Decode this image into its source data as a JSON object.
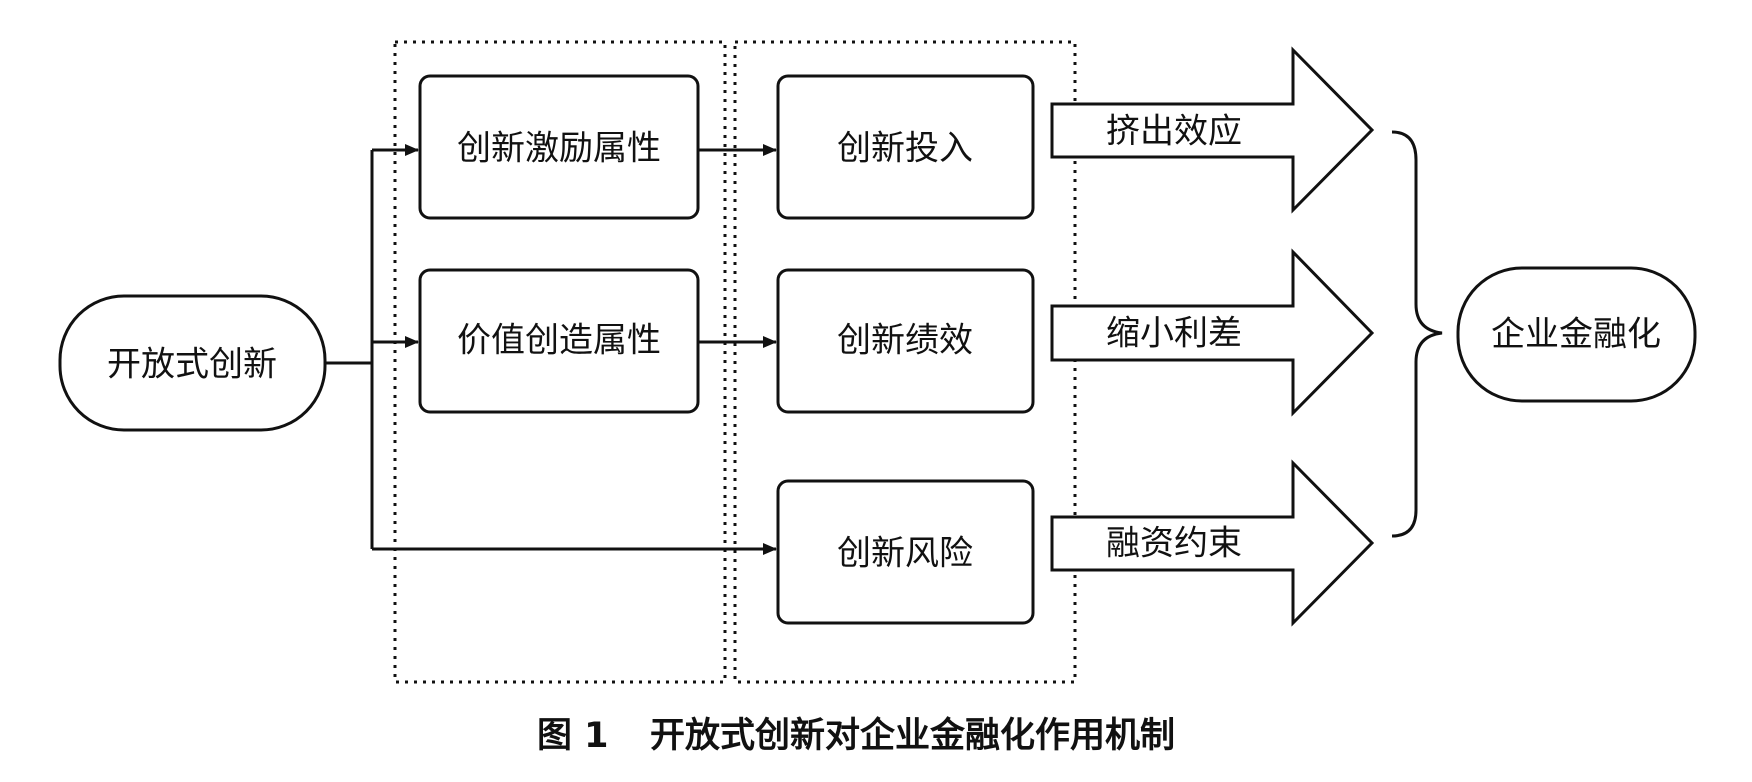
{
  "diagram": {
    "source": {
      "label": "开放式创新"
    },
    "attributes": [
      {
        "label": "创新激励属性"
      },
      {
        "label": "价值创造属性"
      }
    ],
    "channels": [
      {
        "label": "创新投入"
      },
      {
        "label": "创新绩效"
      },
      {
        "label": "创新风险"
      }
    ],
    "effects": [
      {
        "label": "挤出效应"
      },
      {
        "label": "缩小利差"
      },
      {
        "label": "融资约束"
      }
    ],
    "target": {
      "label": "企业金融化"
    }
  },
  "caption": {
    "figure_no": "图 1",
    "title": "开放式创新对企业金融化作用机制"
  },
  "colors": {
    "stroke": "#111111",
    "background": "#ffffff"
  }
}
